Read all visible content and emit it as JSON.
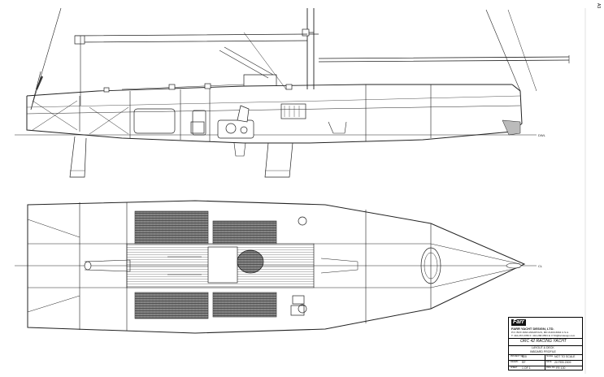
{
  "title_block": {
    "logo": "Farr",
    "company": "FARR YACHT DESIGN, LTD.",
    "address_line_1": "P.O. BOX 4964 ANNAPOLIS, MD 21403-6964 U.S.A.",
    "address_line_2": "T: 410-267-0780 F: 410-268-0553 E: FYD@farrdesign.com",
    "project": "ORC 42 RACING YACHT",
    "drawing_title": "LAYOUT & DECK",
    "subtitle": "INBOARD PROFILE",
    "project_no_label": "PROJECT NO.",
    "project_no": "620",
    "scale_label": "SCALE",
    "scale": "NOT TO SCALE",
    "drawn_label": "DRAWN",
    "drawn": "RF",
    "date_label": "DATE",
    "date": "20 FEB 2009",
    "sheet_label": "SHEET",
    "sheet": "1 OF 1",
    "dwg_no_label": "DWG NO.",
    "dwg_no": "FR 100"
  },
  "line_labels": {
    "dwl": "DWL",
    "cl": "CL"
  },
  "sheet_mark": "A3"
}
